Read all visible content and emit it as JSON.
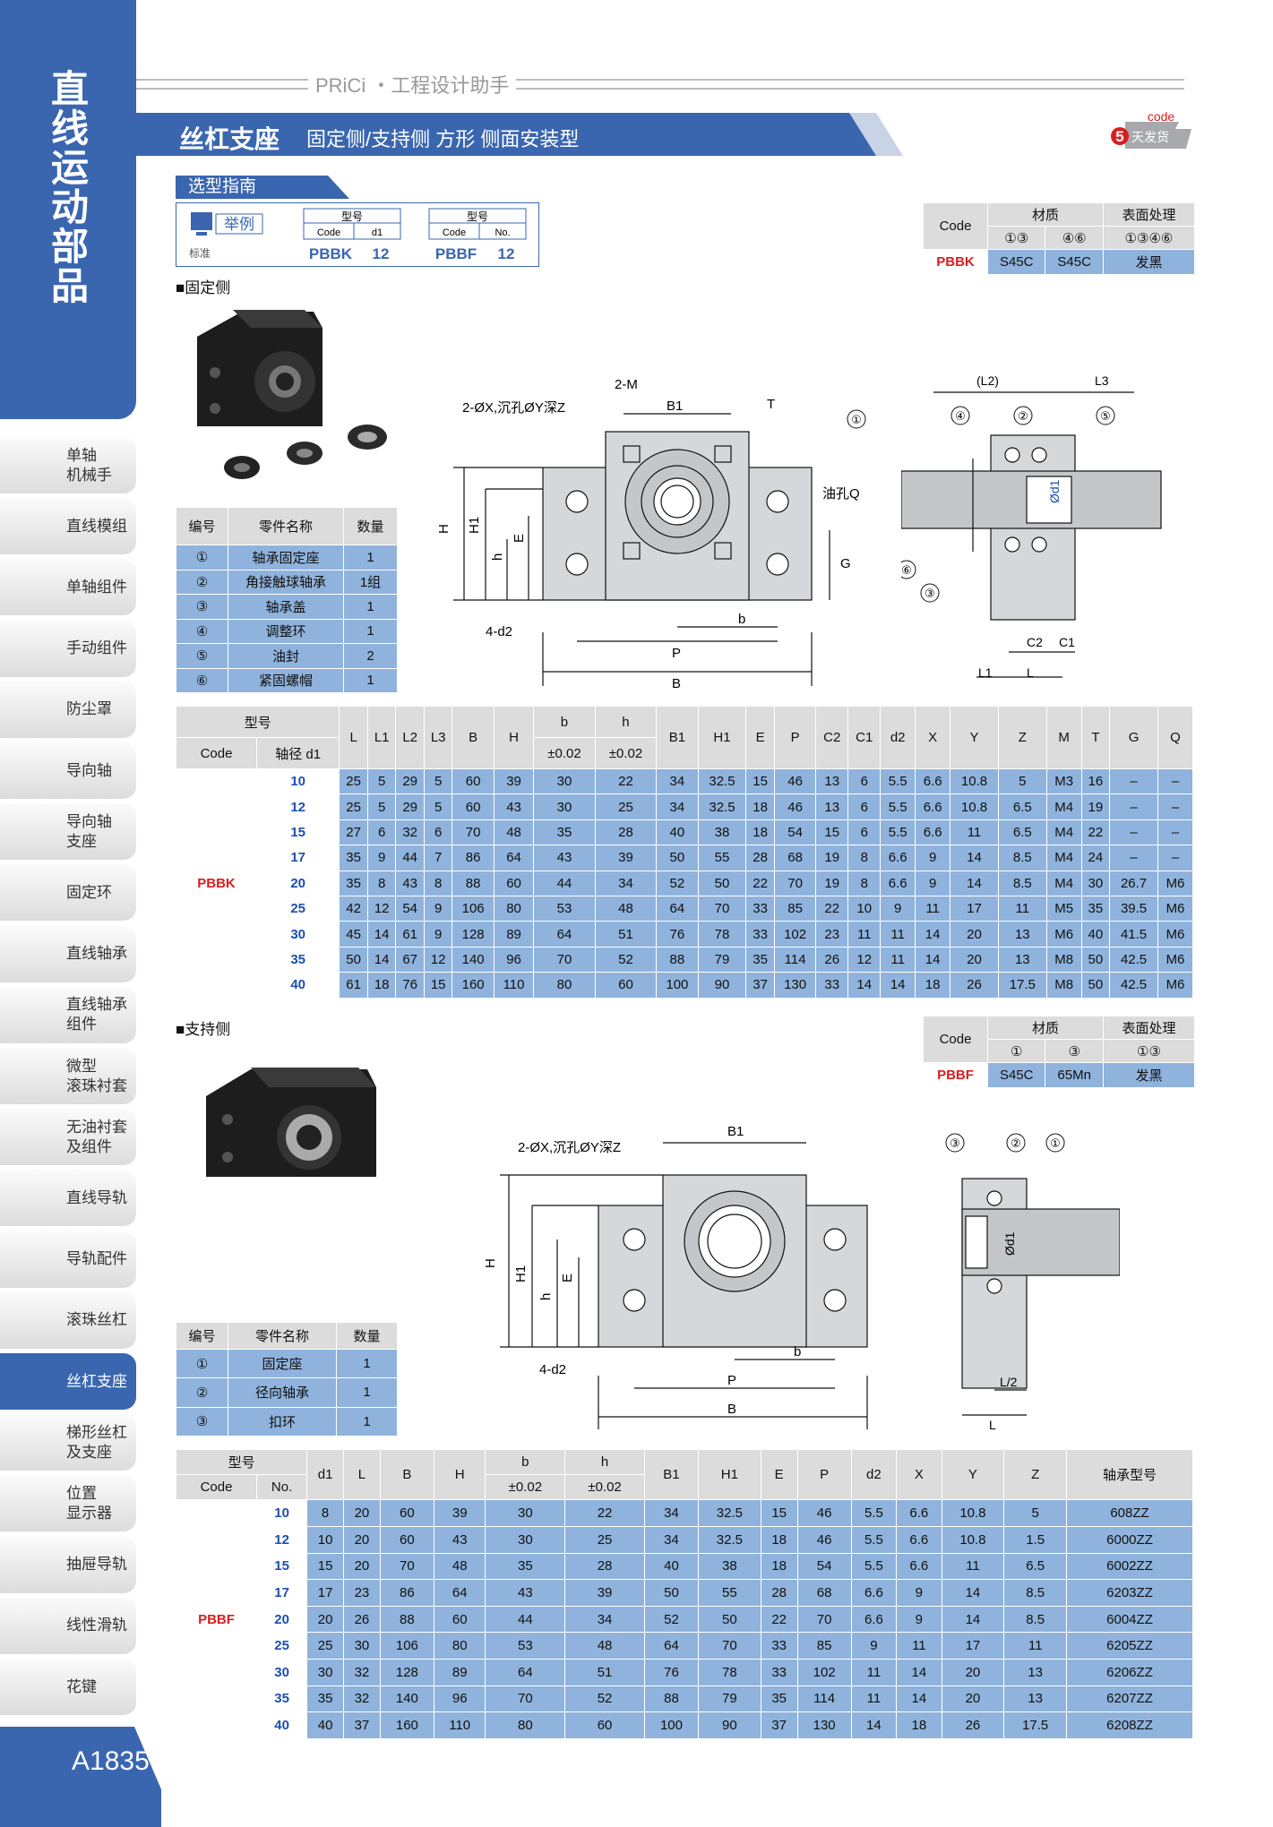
{
  "sidebar": {
    "title": [
      "直",
      "线",
      "运",
      "动",
      "部",
      "品"
    ],
    "items": [
      "单轴\n机械手",
      "直线模组",
      "单轴组件",
      "手动组件",
      "防尘罩",
      "导向轴",
      "导向轴\n支座",
      "固定环",
      "直线轴承",
      "直线轴承\n组件",
      "微型\n滚珠衬套",
      "无油衬套\n及组件",
      "直线导轨",
      "导轨配件",
      "滚珠丝杠",
      "丝杠支座",
      "梯形丝杠\n及支座",
      "位置\n显示器",
      "抽屉导轨",
      "线性滑轨",
      "花键"
    ],
    "active": 15,
    "page": "A1835"
  },
  "header": {
    "brand": "PRiCi ・工程设计助手",
    "title": "丝杠支座",
    "subtitle": "固定侧/支持侧  方形  侧面安装型",
    "badge_code": "code",
    "badge_days": "5",
    "badge_text": "天发货"
  },
  "guide": {
    "title": "选型指南",
    "example": "举例",
    "standard": "标准",
    "g1": {
      "label": "型号",
      "c1": "Code",
      "c2": "d1",
      "v1": "PBBK",
      "v2": "12"
    },
    "g2": {
      "label": "型号",
      "c1": "Code",
      "c2": "No.",
      "v1": "PBBF",
      "v2": "12"
    }
  },
  "fixed": {
    "section": "■固定侧",
    "material": {
      "h_code": "Code",
      "h_mat": "材质",
      "h_surf": "表面处理",
      "s1": "①③",
      "s2": "④⑥",
      "s3": "①③④⑥",
      "code": "PBBK",
      "m1": "S45C",
      "m2": "S45C",
      "surf": "发黑"
    },
    "parts": {
      "h": [
        "编号",
        "零件名称",
        "数量"
      ],
      "rows": [
        [
          "①",
          "轴承固定座",
          "1"
        ],
        [
          "②",
          "角接触球轴承",
          "1组"
        ],
        [
          "③",
          "轴承盖",
          "1"
        ],
        [
          "④",
          "调整环",
          "1"
        ],
        [
          "⑤",
          "油封",
          "2"
        ],
        [
          "⑥",
          "紧固螺帽",
          "1"
        ]
      ]
    },
    "labels": {
      "top1": "2-M",
      "top2": "B1",
      "top3": "T",
      "left": "2-ØX,沉孔ØY深Z",
      "oil": "油孔Q",
      "H": "H",
      "H1": "H1",
      "h": "h",
      "E": "E",
      "G": "G",
      "d2": "4-d2",
      "b": "b",
      "P": "P",
      "B": "B",
      "L2": "(L2)",
      "L3": "L3",
      "d1": "Ød1",
      "C2": "C2",
      "C1": "C1",
      "L1": "L1",
      "L": "L",
      "c1": "①",
      "c2": "②",
      "c3": "③",
      "c4": "④",
      "c5": "⑤",
      "c6": "⑥"
    },
    "spec": {
      "h_model": "型号",
      "h_code": "Code",
      "h_d1": "轴径 d1",
      "cols": [
        "L",
        "L1",
        "L2",
        "L3",
        "B",
        "H",
        "b",
        "h",
        "B1",
        "H1",
        "E",
        "P",
        "C2",
        "C1",
        "d2",
        "X",
        "Y",
        "Z",
        "M",
        "T",
        "G",
        "Q"
      ],
      "tol_b": "±0.02",
      "tol_h": "±0.02",
      "code": "PBBK",
      "rows": [
        [
          "10",
          "25",
          "5",
          "29",
          "5",
          "60",
          "39",
          "30",
          "22",
          "34",
          "32.5",
          "15",
          "46",
          "13",
          "6",
          "5.5",
          "6.6",
          "10.8",
          "5",
          "M3",
          "16",
          "–",
          "–"
        ],
        [
          "12",
          "25",
          "5",
          "29",
          "5",
          "60",
          "43",
          "30",
          "25",
          "34",
          "32.5",
          "18",
          "46",
          "13",
          "6",
          "5.5",
          "6.6",
          "10.8",
          "6.5",
          "M4",
          "19",
          "–",
          "–"
        ],
        [
          "15",
          "27",
          "6",
          "32",
          "6",
          "70",
          "48",
          "35",
          "28",
          "40",
          "38",
          "18",
          "54",
          "15",
          "6",
          "5.5",
          "6.6",
          "11",
          "6.5",
          "M4",
          "22",
          "–",
          "–"
        ],
        [
          "17",
          "35",
          "9",
          "44",
          "7",
          "86",
          "64",
          "43",
          "39",
          "50",
          "55",
          "28",
          "68",
          "19",
          "8",
          "6.6",
          "9",
          "14",
          "8.5",
          "M4",
          "24",
          "–",
          "–"
        ],
        [
          "20",
          "35",
          "8",
          "43",
          "8",
          "88",
          "60",
          "44",
          "34",
          "52",
          "50",
          "22",
          "70",
          "19",
          "8",
          "6.6",
          "9",
          "14",
          "8.5",
          "M4",
          "30",
          "26.7",
          "M6"
        ],
        [
          "25",
          "42",
          "12",
          "54",
          "9",
          "106",
          "80",
          "53",
          "48",
          "64",
          "70",
          "33",
          "85",
          "22",
          "10",
          "9",
          "11",
          "17",
          "11",
          "M5",
          "35",
          "39.5",
          "M6"
        ],
        [
          "30",
          "45",
          "14",
          "61",
          "9",
          "128",
          "89",
          "64",
          "51",
          "76",
          "78",
          "33",
          "102",
          "23",
          "11",
          "11",
          "14",
          "20",
          "13",
          "M6",
          "40",
          "41.5",
          "M6"
        ],
        [
          "35",
          "50",
          "14",
          "67",
          "12",
          "140",
          "96",
          "70",
          "52",
          "88",
          "79",
          "35",
          "114",
          "26",
          "12",
          "11",
          "14",
          "20",
          "13",
          "M8",
          "50",
          "42.5",
          "M6"
        ],
        [
          "40",
          "61",
          "18",
          "76",
          "15",
          "160",
          "110",
          "80",
          "60",
          "100",
          "90",
          "37",
          "130",
          "33",
          "14",
          "14",
          "18",
          "26",
          "17.5",
          "M8",
          "50",
          "42.5",
          "M6"
        ]
      ]
    }
  },
  "support": {
    "section": "■支持侧",
    "material": {
      "h_code": "Code",
      "h_mat": "材质",
      "h_surf": "表面处理",
      "s1": "①",
      "s2": "③",
      "s3": "①③",
      "code": "PBBF",
      "m1": "S45C",
      "m2": "65Mn",
      "surf": "发黑"
    },
    "parts": {
      "h": [
        "编号",
        "零件名称",
        "数量"
      ],
      "rows": [
        [
          "①",
          "固定座",
          "1"
        ],
        [
          "②",
          "径向轴承",
          "1"
        ],
        [
          "③",
          "扣环",
          "1"
        ]
      ]
    },
    "labels": {
      "B1": "B1",
      "left": "2-ØX,沉孔ØY深Z",
      "H": "H",
      "H1": "H1",
      "h": "h",
      "E": "E",
      "d2": "4-d2",
      "b": "b",
      "P": "P",
      "B": "B",
      "d1": "Ød1",
      "L2": "L/2",
      "L": "L",
      "c1": "①",
      "c2": "②",
      "c3": "③"
    },
    "spec": {
      "h_model": "型号",
      "h_code": "Code",
      "h_no": "No.",
      "cols": [
        "d1",
        "L",
        "B",
        "H",
        "b",
        "h",
        "B1",
        "H1",
        "E",
        "P",
        "d2",
        "X",
        "Y",
        "Z",
        "轴承型号"
      ],
      "tol_b": "±0.02",
      "tol_h": "±0.02",
      "code": "PBBF",
      "rows": [
        [
          "10",
          "8",
          "20",
          "60",
          "39",
          "30",
          "22",
          "34",
          "32.5",
          "15",
          "46",
          "5.5",
          "6.6",
          "10.8",
          "5",
          "608ZZ"
        ],
        [
          "12",
          "10",
          "20",
          "60",
          "43",
          "30",
          "25",
          "34",
          "32.5",
          "18",
          "46",
          "5.5",
          "6.6",
          "10.8",
          "1.5",
          "6000ZZ"
        ],
        [
          "15",
          "15",
          "20",
          "70",
          "48",
          "35",
          "28",
          "40",
          "38",
          "18",
          "54",
          "5.5",
          "6.6",
          "11",
          "6.5",
          "6002ZZ"
        ],
        [
          "17",
          "17",
          "23",
          "86",
          "64",
          "43",
          "39",
          "50",
          "55",
          "28",
          "68",
          "6.6",
          "9",
          "14",
          "8.5",
          "6203ZZ"
        ],
        [
          "20",
          "20",
          "26",
          "88",
          "60",
          "44",
          "34",
          "52",
          "50",
          "22",
          "70",
          "6.6",
          "9",
          "14",
          "8.5",
          "6004ZZ"
        ],
        [
          "25",
          "25",
          "30",
          "106",
          "80",
          "53",
          "48",
          "64",
          "70",
          "33",
          "85",
          "9",
          "11",
          "17",
          "11",
          "6205ZZ"
        ],
        [
          "30",
          "30",
          "32",
          "128",
          "89",
          "64",
          "51",
          "76",
          "78",
          "33",
          "102",
          "11",
          "14",
          "20",
          "13",
          "6206ZZ"
        ],
        [
          "35",
          "35",
          "32",
          "140",
          "96",
          "70",
          "52",
          "88",
          "79",
          "35",
          "114",
          "11",
          "14",
          "20",
          "13",
          "6207ZZ"
        ],
        [
          "40",
          "40",
          "37",
          "160",
          "110",
          "80",
          "60",
          "100",
          "90",
          "37",
          "130",
          "14",
          "18",
          "26",
          "17.5",
          "6208ZZ"
        ]
      ]
    }
  }
}
